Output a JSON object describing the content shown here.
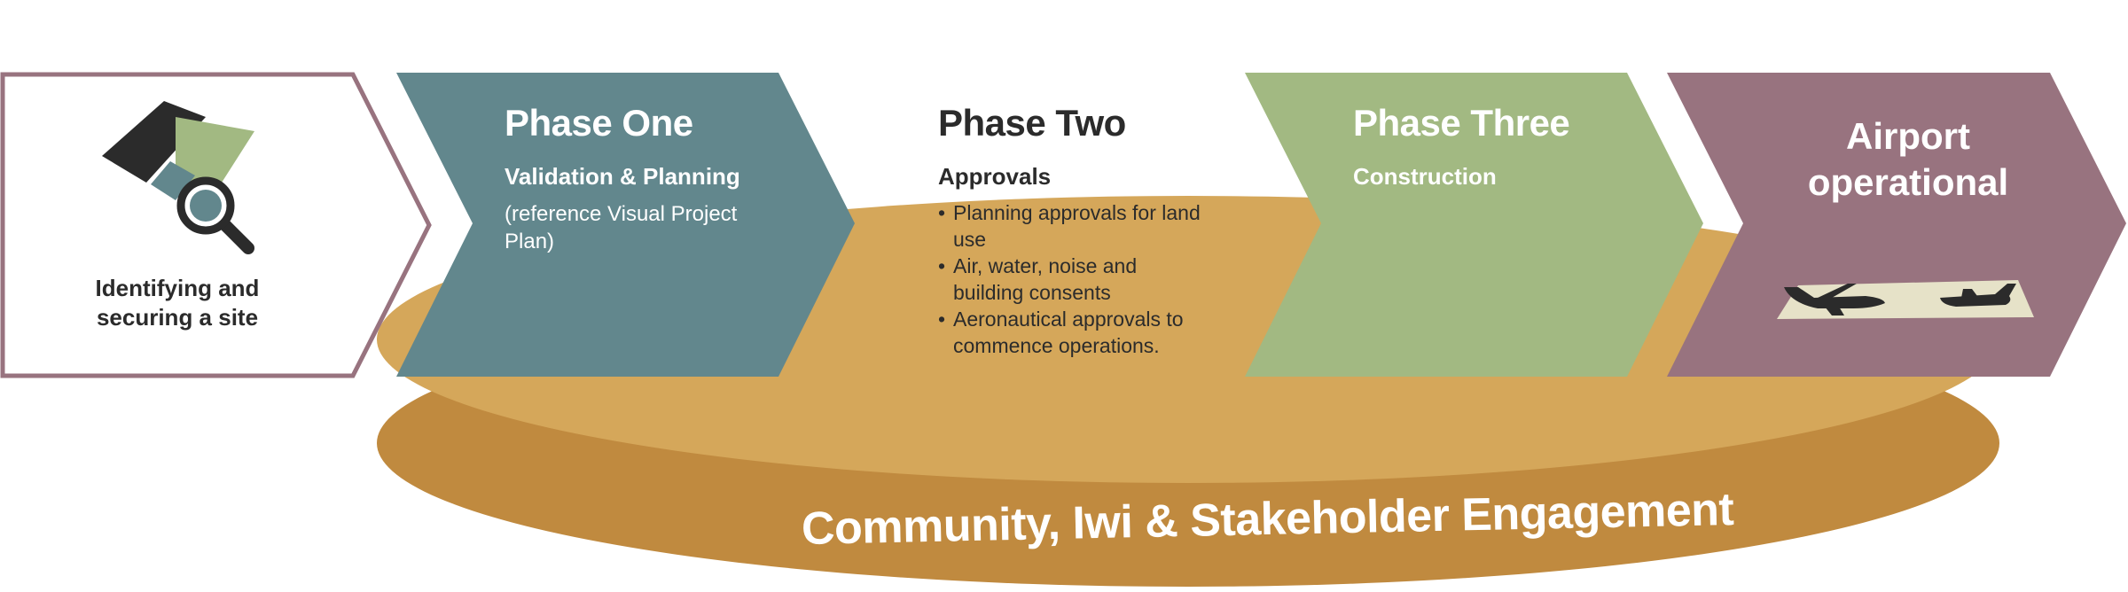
{
  "colors": {
    "base_top": "#d5a75a",
    "base_side": "#c08a3f",
    "phase_one": "#62878d",
    "phase_three": "#a2b982",
    "airport": "#98737f",
    "frame": "#98737f",
    "dark": "#2b2b2b",
    "runway": "#e6e2c8"
  },
  "step0": {
    "label": "Identifying and securing a site",
    "icon": "map-magnifier-icon"
  },
  "phase_one": {
    "title": "Phase One",
    "subtitle": "Validation & Planning",
    "note": "(reference Visual Project Plan)"
  },
  "phase_two": {
    "title": "Phase Two",
    "subtitle": "Approvals",
    "bullets": [
      "Planning approvals for land use",
      "Air, water, noise and building consents",
      "Aeronautical approvals to commence operations."
    ]
  },
  "phase_three": {
    "title": "Phase Three",
    "subtitle": "Construction"
  },
  "final": {
    "label": "Airport operational",
    "icon": "airplanes-runway-icon"
  },
  "base": {
    "label": "Community, Iwi & Stakeholder Engagement"
  }
}
